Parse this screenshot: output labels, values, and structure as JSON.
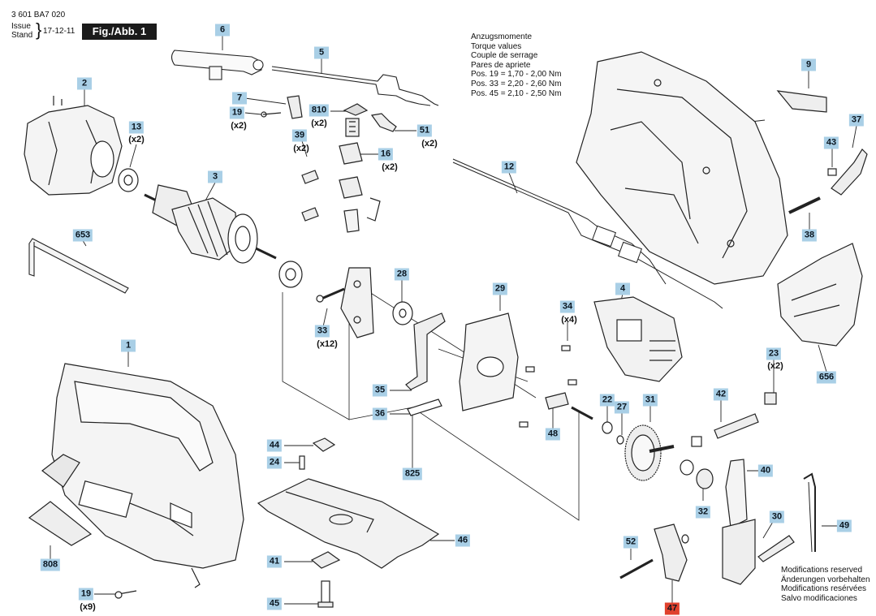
{
  "header": {
    "doc_number": "3 601 BA7 020",
    "issue_label": "Issue",
    "stand_label": "Stand",
    "date": "17-12-11",
    "figure_label": "Fig./Abb. 1"
  },
  "torque": {
    "lines": [
      "Anzugsmomente",
      "Torque values",
      "Couple de serrage",
      "Pares de apriete",
      "Pos. 19 = 1,70 - 2,00 Nm",
      "Pos. 33 = 2,20 - 2,60 Nm",
      "Pos. 45 = 2,10 - 2,50 Nm"
    ]
  },
  "modifications": {
    "lines": [
      "Modifications reserved",
      "Änderungen vorbehalten",
      "Modifications resérvées",
      "Salvo modificaciones"
    ]
  },
  "parts": [
    {
      "label": "1"
    },
    {
      "label": "2"
    },
    {
      "label": "3"
    },
    {
      "label": "4"
    },
    {
      "label": "5"
    },
    {
      "label": "6"
    },
    {
      "label": "7"
    },
    {
      "label": "9"
    },
    {
      "label": "12"
    },
    {
      "label": "13",
      "qty": "(x2)"
    },
    {
      "label": "16",
      "qty": "(x2)"
    },
    {
      "label": "19",
      "qty": "(x2)"
    },
    {
      "label": "19",
      "qty": "(x9)"
    },
    {
      "label": "22"
    },
    {
      "label": "23",
      "qty": "(x2)"
    },
    {
      "label": "24"
    },
    {
      "label": "27"
    },
    {
      "label": "28"
    },
    {
      "label": "29"
    },
    {
      "label": "30"
    },
    {
      "label": "31"
    },
    {
      "label": "32"
    },
    {
      "label": "33",
      "qty": "(x12)"
    },
    {
      "label": "34",
      "qty": "(x4)"
    },
    {
      "label": "35"
    },
    {
      "label": "36"
    },
    {
      "label": "37"
    },
    {
      "label": "38"
    },
    {
      "label": "39",
      "qty": "(x2)"
    },
    {
      "label": "40"
    },
    {
      "label": "41"
    },
    {
      "label": "42"
    },
    {
      "label": "43"
    },
    {
      "label": "44"
    },
    {
      "label": "45"
    },
    {
      "label": "46"
    },
    {
      "label": "47",
      "highlight": true
    },
    {
      "label": "48"
    },
    {
      "label": "49"
    },
    {
      "label": "51",
      "qty": "(x2)"
    },
    {
      "label": "52"
    },
    {
      "label": "653"
    },
    {
      "label": "656"
    },
    {
      "label": "808"
    },
    {
      "label": "810",
      "qty": "(x2)"
    },
    {
      "label": "825"
    }
  ],
  "colors": {
    "callout": "#a9cfe6",
    "callout_highlight": "#e0412d",
    "line": "#222222"
  }
}
